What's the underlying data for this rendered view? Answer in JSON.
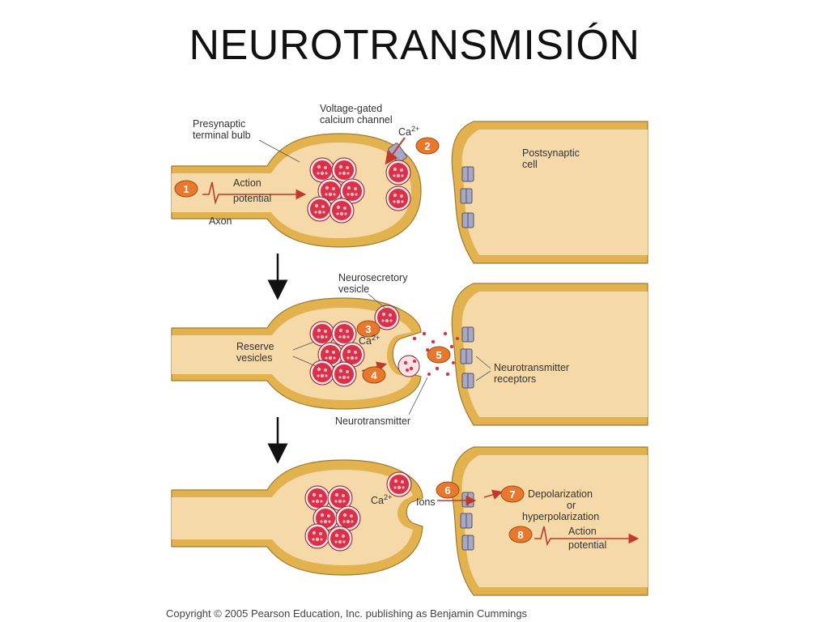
{
  "title": "NEUROTRANSMISIÓN",
  "labels": {
    "presynaptic_bulb": [
      "Presynaptic",
      "terminal bulb"
    ],
    "calcium_channel": [
      "Voltage-gated",
      "calcium channel"
    ],
    "ca": "Ca",
    "ca_sup": "2+",
    "postsynaptic_cell": [
      "Postsynaptic",
      "cell"
    ],
    "action_potential": [
      "Action",
      "potential"
    ],
    "axon": "Axon",
    "neurosecretory_vesicle": [
      "Neurosecretory",
      "vesicle"
    ],
    "reserve_vesicles": [
      "Reserve",
      "vesicles"
    ],
    "neurotransmitter_receptors": [
      "Neurotransmitter",
      "receptors"
    ],
    "neurotransmitter": "Neurotransmitter",
    "ions": "Ions",
    "depolarization": [
      "Depolarization",
      "or",
      "hyperpolarization"
    ],
    "action_potential_post": [
      "Action",
      "potential"
    ]
  },
  "steps": [
    "1",
    "2",
    "3",
    "4",
    "5",
    "6",
    "7",
    "8"
  ],
  "copyright": "Copyright © 2005 Pearson Education, Inc. publishing as Benjamin Cummings",
  "colors": {
    "cytoplasm": "#f6d9a8",
    "membrane": "#e2b24f",
    "membrane_outline": "#a07a30",
    "vesicle": "#d8324b",
    "step_badge": "#e8782e",
    "receptor": "#a9a7c7",
    "arrow": "#c0392b"
  }
}
